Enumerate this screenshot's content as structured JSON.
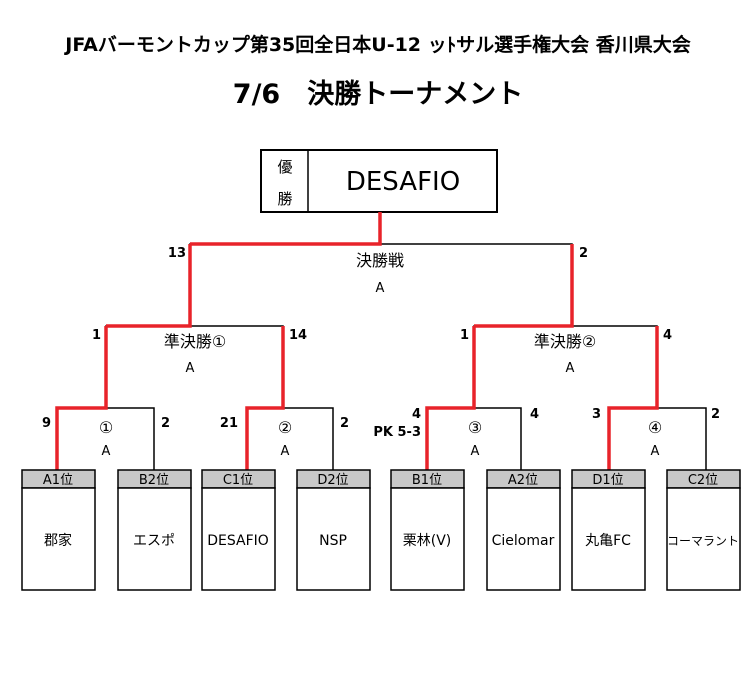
{
  "header": {
    "title": "JFAバーモントカップ第35回全日本U-12 ッﾄサル選手権大会 香川県大会",
    "subtitle": "7/6　決勝トーナメント"
  },
  "champion": {
    "label_top": "優",
    "label_bottom": "勝",
    "name": "DESAFIO"
  },
  "final": {
    "name": "決勝戦",
    "venue": "A",
    "score_left": "13",
    "score_right": "2"
  },
  "semis": [
    {
      "name": "準決勝①",
      "venue": "A",
      "score_left": "1",
      "score_right": "14"
    },
    {
      "name": "準決勝②",
      "venue": "A",
      "score_left": "1",
      "score_right": "4"
    }
  ],
  "quarters": [
    {
      "name": "①",
      "venue": "A",
      "score_left": "9",
      "score_right": "2",
      "pk": ""
    },
    {
      "name": "②",
      "venue": "A",
      "score_left": "21",
      "score_right": "2",
      "pk": ""
    },
    {
      "name": "③",
      "venue": "A",
      "score_left": "4",
      "score_right": "4",
      "pk": "PK 5-3"
    },
    {
      "name": "④",
      "venue": "A",
      "score_left": "3",
      "score_right": "2",
      "pk": ""
    }
  ],
  "teams": [
    {
      "slot": "A1位",
      "name": "郡家"
    },
    {
      "slot": "B2位",
      "name": "エスポ"
    },
    {
      "slot": "C1位",
      "name": "DESAFIO"
    },
    {
      "slot": "D2位",
      "name": "NSP"
    },
    {
      "slot": "B1位",
      "name": "栗林(V)"
    },
    {
      "slot": "A2位",
      "name": "Cielomar"
    },
    {
      "slot": "D1位",
      "name": "丸亀FC"
    },
    {
      "slot": "C2位",
      "name": "コーマラント"
    }
  ],
  "colors": {
    "win_line": "#e8232a",
    "line": "#000000",
    "slot_header": "#c8c8c8"
  }
}
